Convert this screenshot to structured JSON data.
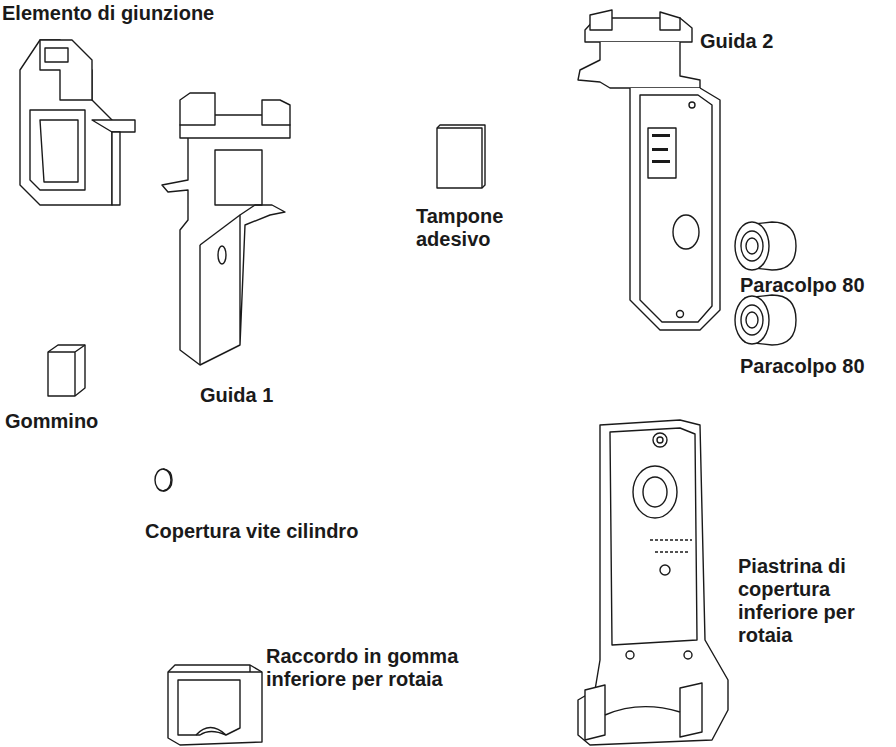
{
  "diagram": {
    "labels": [
      "Elemento di giunzione",
      "Tampone adesivo",
      "Guida 2",
      "Paracolpo 80",
      "Guida 1",
      "Paracolpo 80",
      "Gommino",
      "Copertura vite cilindro",
      "Piastrina di copertura inferiore per rotaia",
      "Raccordo in gomma inferiore per rotaia"
    ]
  }
}
